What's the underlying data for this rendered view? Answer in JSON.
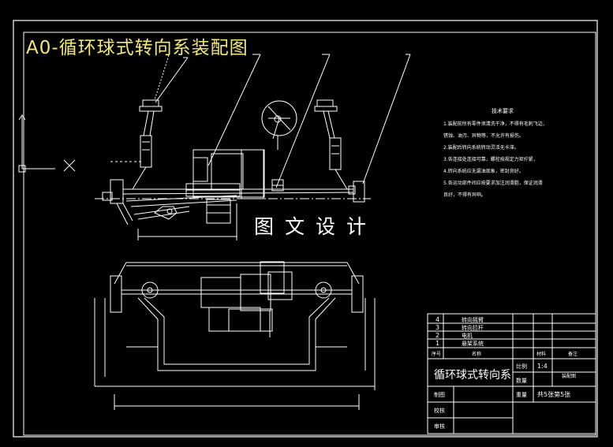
{
  "drawing": {
    "title": "A0-循环球式转向系装配图",
    "watermark": "图文设计",
    "colors": {
      "background": "#000000",
      "line": "#ffffff",
      "title": "#f2e97a"
    },
    "tech_notes": {
      "heading": "技术要求",
      "lines": [
        "1.装配前所有零件须清洗干净，不得有毛刺飞边，",
        "锈蚀、油污、异物等，不允许有损伤。",
        "2.装配后转向系统转动灵活无卡滞。",
        "3.各连接处连接可靠，螺栓按规定力矩拧紧，",
        "4.转向系统应无漏油现象，密封良好。",
        "5.各运动部件间应按要求加注润滑脂，保证润滑",
        "良好，不得有异响。"
      ]
    },
    "parts_list": [
      {
        "no": "4",
        "name": "转向摇臂"
      },
      {
        "no": "3",
        "name": "转向拉杆"
      },
      {
        "no": "2",
        "name": "电机"
      },
      {
        "no": "1",
        "name": "悬架系统"
      }
    ],
    "title_block": {
      "header_no": "序号",
      "header_name": "名称",
      "header_material": "材料",
      "header_remark": "备注",
      "part_name": "循环球式转向系",
      "label_scale": "比例",
      "scale": "1:4",
      "label_qty": "数量",
      "label_design": "制图",
      "label_check": "校核",
      "label_approve": "审核",
      "drawing_no": "装配图",
      "label_weight": "重量",
      "sheets": "共5张第5张"
    }
  }
}
